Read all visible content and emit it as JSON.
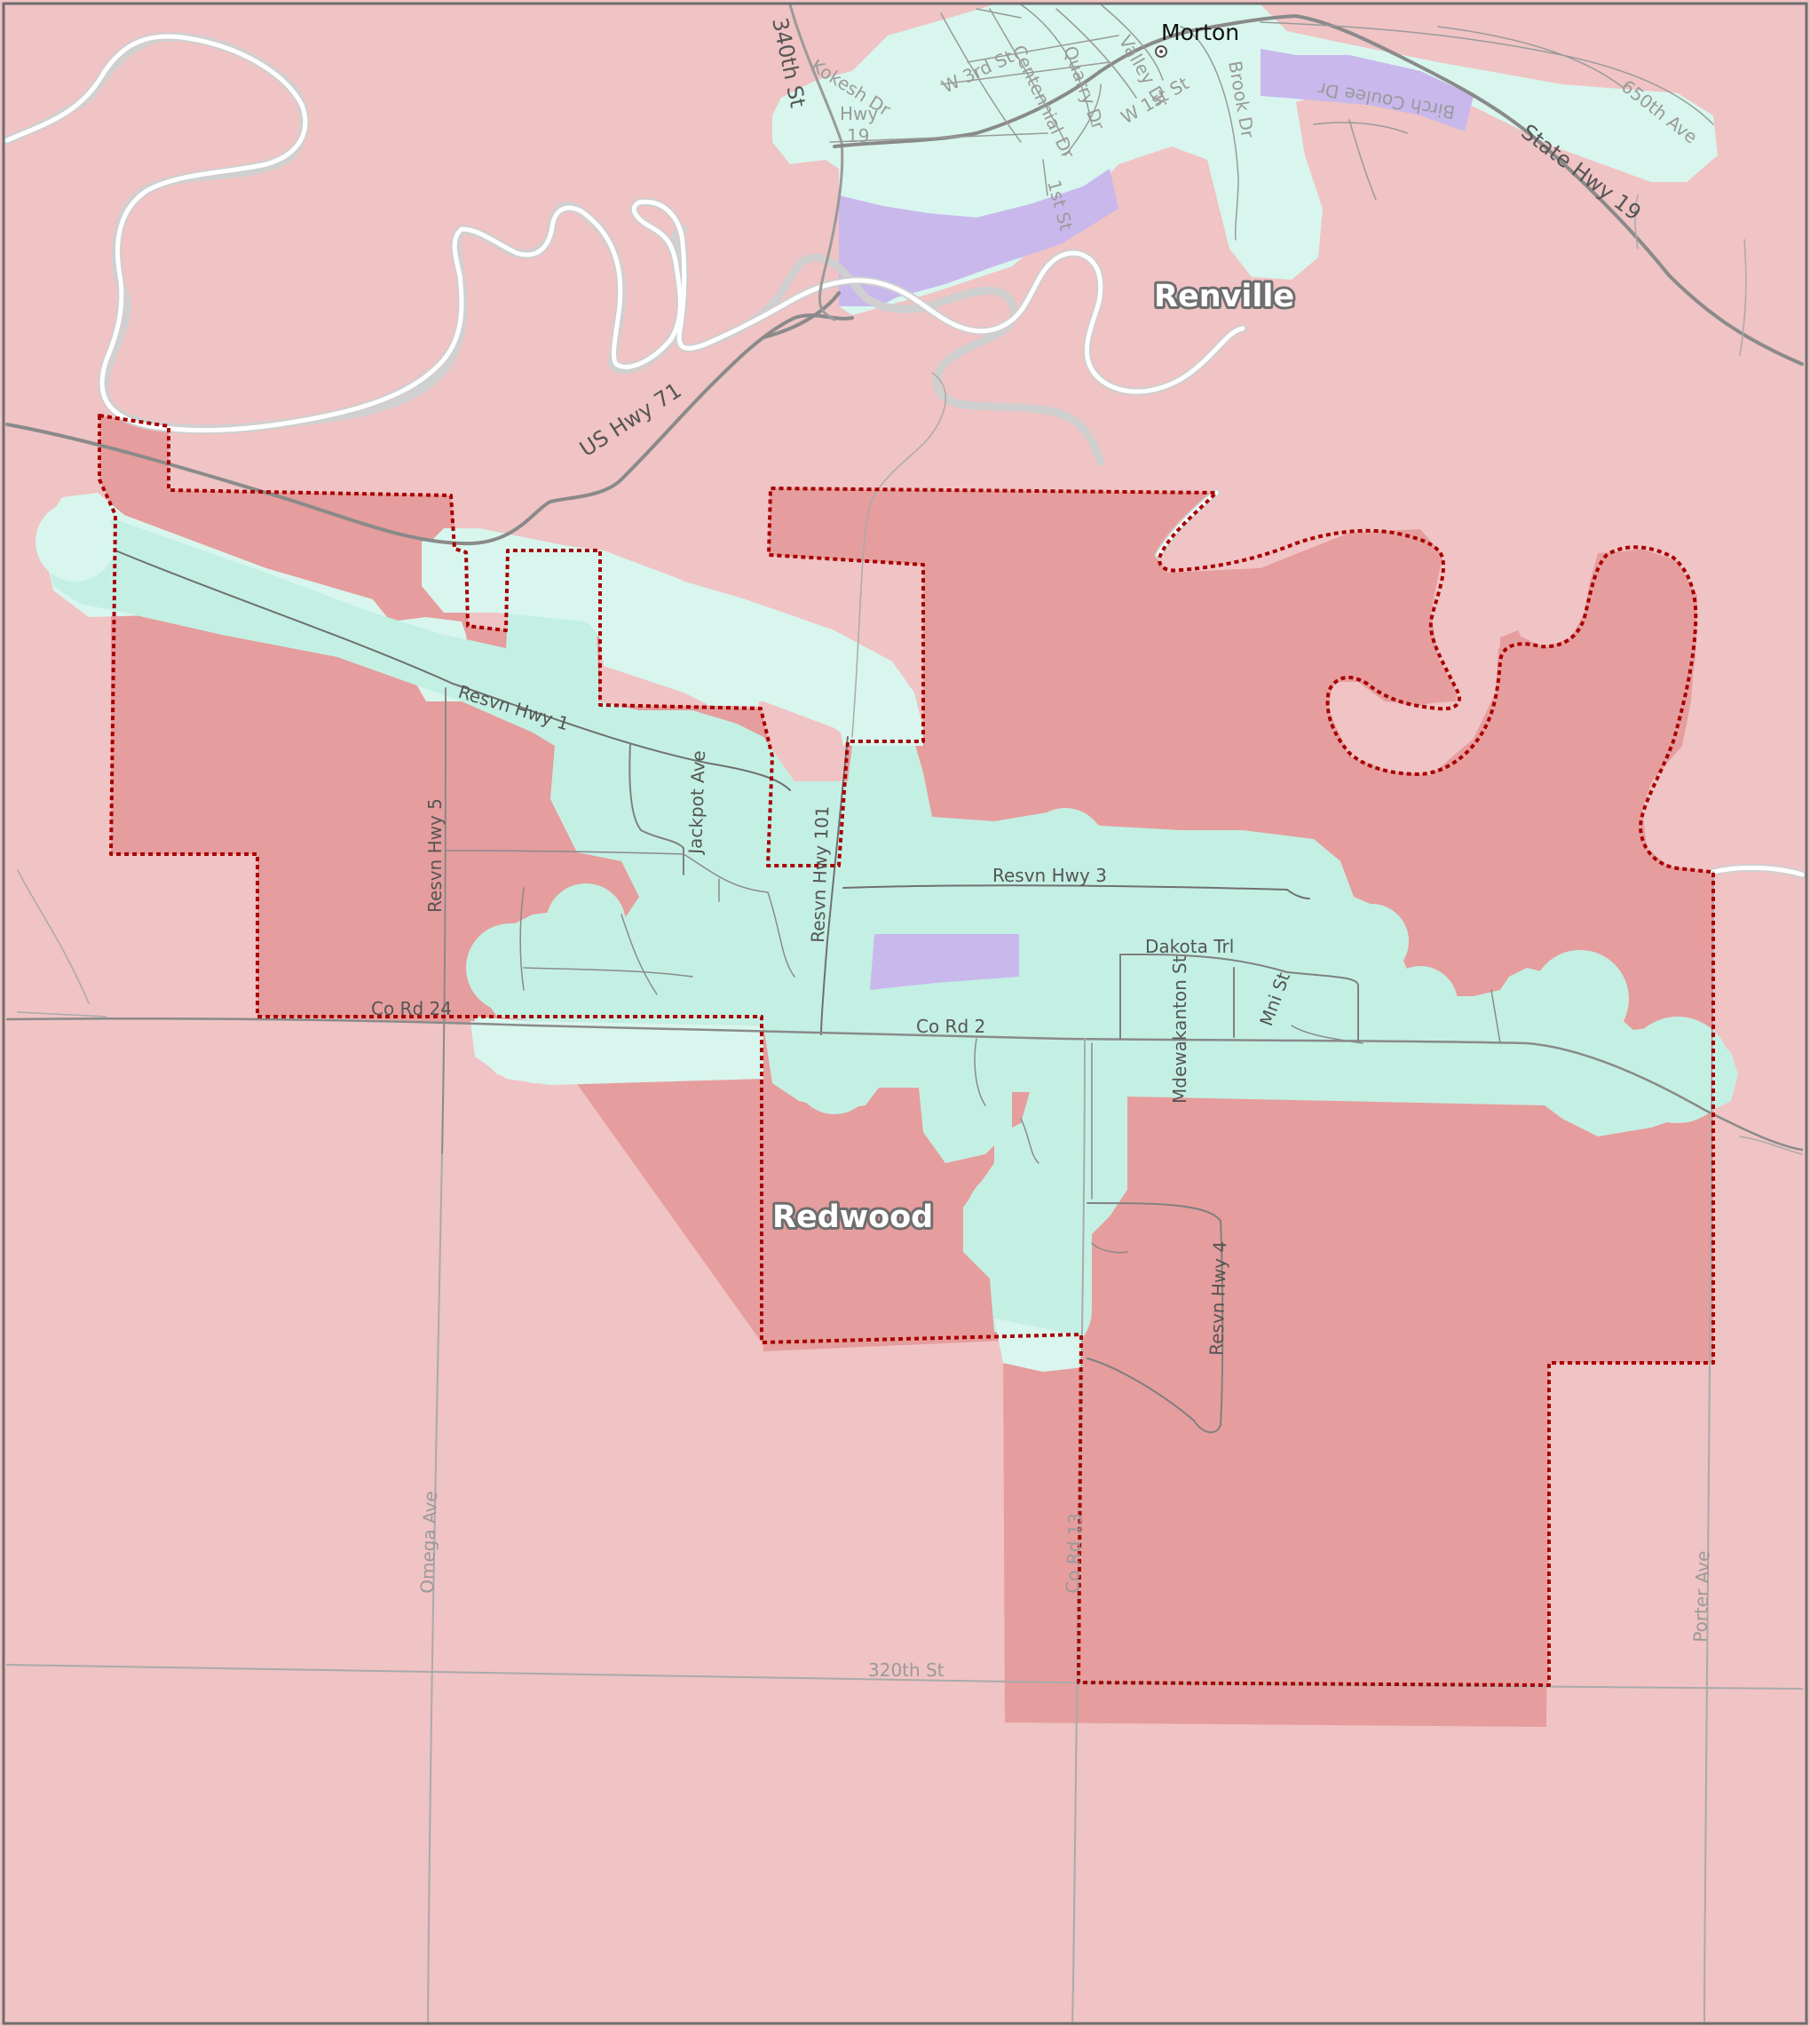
{
  "colors": {
    "background": "#f0c3c4",
    "reservation_fill": "#e69d9d",
    "reservation_border": "#a80000",
    "buffer_fill": "#c4f0e4",
    "buffer_light": "#d8f6ee",
    "water_fill": "#c8b8ec",
    "road_major": "#8c8c8c",
    "road_minor": "#a8a8a8",
    "county_line": "#ffffff"
  },
  "places": {
    "town": "Morton",
    "counties": [
      "Renville",
      "Redwood"
    ]
  },
  "highways": {
    "us_hwy_71": "US Hwy 71",
    "state_hwy_19": "State Hwy 19"
  },
  "roads": {
    "st_340th": "340th St",
    "kokesh_dr": "Kokesh Dr",
    "hwy": "Hwy",
    "hwy_num": "19",
    "w_3rd_st": "W 3rd St",
    "centennial_dr": "Centennial Dr",
    "quarry_dr": "Quarry Dr",
    "valley_dr": "Valley Dr",
    "w_1st_st": "W 1st St",
    "brook_dr": "Brook Dr",
    "birch_coulee_dr": "Birch Coulee Dr",
    "ave_650th": "650th Ave",
    "st_1st": "1st St",
    "resvn_hwy_1": "Resvn Hwy 1",
    "jackpot_ave": "Jackpot Ave",
    "resvn_hwy_101": "Resvn Hwy 101",
    "resvn_hwy_5": "Resvn Hwy 5",
    "resvn_hwy_3": "Resvn Hwy 3",
    "dakota_trl": "Dakota Trl",
    "mdewakanton_st": "Mdewakanton St",
    "mni_st": "Mni St",
    "co_rd_24": "Co Rd 24",
    "co_rd_2": "Co Rd 2",
    "resvn_hwy_4": "Resvn Hwy 4",
    "omega_ave": "Omega Ave",
    "co_rd_13": "Co Rd 13",
    "porter_ave": "Porter Ave",
    "st_320th": "320th St"
  }
}
